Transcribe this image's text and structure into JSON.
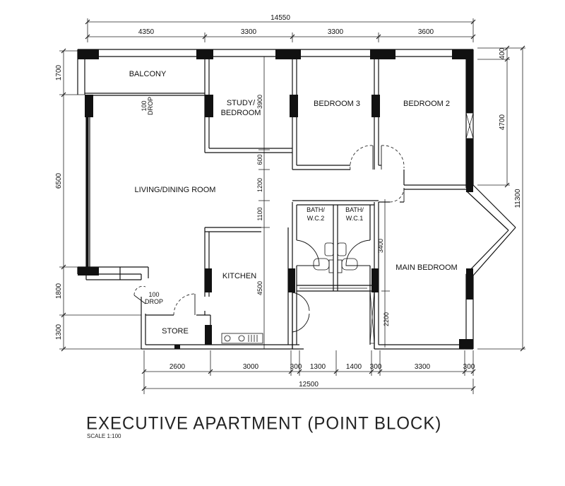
{
  "title": "EXECUTIVE APARTMENT (POINT BLOCK)",
  "scale": "SCALE   1:100",
  "rooms": {
    "balcony": "BALCONY",
    "study_l1": "STUDY/",
    "study_l2": "BEDROOM",
    "bedroom3": "BEDROOM 3",
    "bedroom2": "BEDROOM 2",
    "living": "LIVING/DINING ROOM",
    "kitchen": "KITCHEN",
    "bath2_l1": "BATH/",
    "bath2_l2": "W.C.2",
    "bath1_l1": "BATH/",
    "bath1_l2": "W.C.1",
    "main_bedroom": "MAIN BEDROOM",
    "store": "STORE",
    "drop1_a": "100",
    "drop1_b": "DROP",
    "drop2_a": "100",
    "drop2_b": "DROP"
  },
  "dims": {
    "top_total": "14550",
    "top_seg": [
      "4350",
      "3300",
      "3300",
      "3600"
    ],
    "bottom_seg": [
      "2600",
      "3000",
      "300",
      "1300",
      "1400",
      "300",
      "3300",
      "300"
    ],
    "bottom_total": "12500",
    "left": [
      "1700",
      "6500",
      "1800",
      "1300"
    ],
    "right_a": [
      "400",
      "4700"
    ],
    "right_total": "11300",
    "inner": [
      "3900",
      "600",
      "1200",
      "1100",
      "4500",
      "3400",
      "2200"
    ]
  }
}
